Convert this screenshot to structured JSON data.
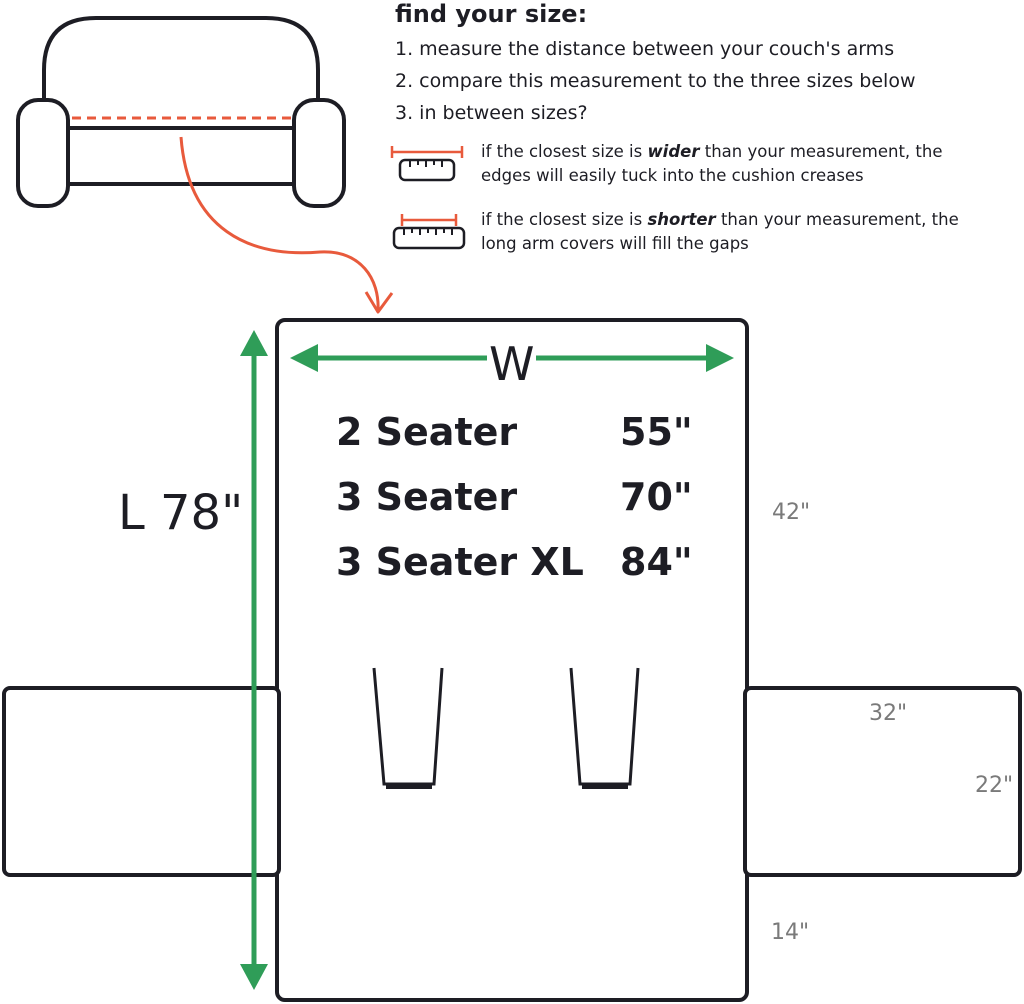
{
  "heading": "find your size:",
  "steps": [
    "1. measure the distance between your couch's arms",
    "2. compare this measurement to the three sizes below",
    "3. in between sizes?"
  ],
  "notes": [
    {
      "pre": "if the closest size is ",
      "em": "wider",
      "post": " than your measurement, the",
      "line2": "edges will easily tuck into the cushion creases"
    },
    {
      "pre": "if the closest size is ",
      "em": "shorter",
      "post": " than your measurement, the",
      "line2": "long arm covers will fill the gaps"
    }
  ],
  "width_label": "W",
  "length_label": "L  78\"",
  "sizes": [
    {
      "name": "2 Seater",
      "width": "55\""
    },
    {
      "name": "3 Seater",
      "width": "70\""
    },
    {
      "name": "3 Seater XL",
      "width": "84\""
    }
  ],
  "dimensions": {
    "seat_depth": "42\"",
    "arm_length": "32\"",
    "arm_width": "22\"",
    "front_flap": "14\""
  },
  "colors": {
    "outline": "#1d1d24",
    "accent_red": "#e85a3c",
    "arrow_green": "#2f9d58",
    "dim_gray": "#7a7a7a"
  }
}
